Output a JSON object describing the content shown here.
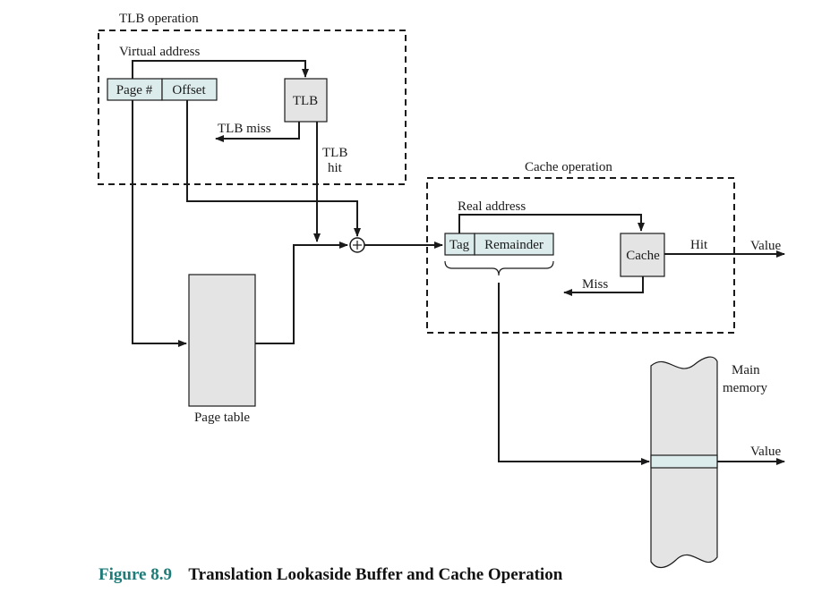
{
  "tlb_section": {
    "title": "TLB operation",
    "virtual_address_label": "Virtual address",
    "page_field": "Page #",
    "offset_field": "Offset",
    "tlb_box": "TLB",
    "tlb_miss": "TLB miss",
    "tlb_hit_line1": "TLB",
    "tlb_hit_line2": "hit"
  },
  "page_table_label": "Page table",
  "cache_section": {
    "title": "Cache operation",
    "real_address_label": "Real address",
    "tag_field": "Tag",
    "remainder_field": "Remainder",
    "cache_box": "Cache",
    "hit_label": "Hit",
    "miss_label": "Miss",
    "value_label": "Value"
  },
  "main_memory": {
    "label_line1": "Main",
    "label_line2": "memory",
    "value_label": "Value"
  },
  "caption": {
    "number": "Figure 8.9",
    "title": "Translation Lookaside Buffer and Cache Operation"
  }
}
